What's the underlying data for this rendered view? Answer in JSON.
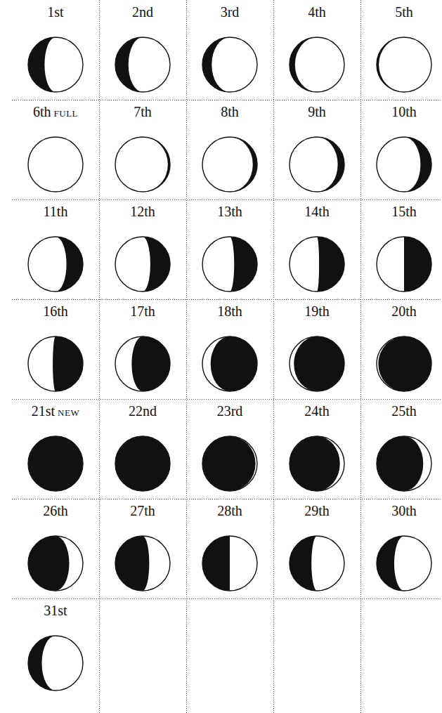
{
  "diagram": {
    "labels": [
      "1st",
      "2nd",
      "3rd",
      "4th",
      "5th",
      "6th",
      "FULL",
      "7th",
      "8th",
      "9th",
      "10th",
      "11th",
      "12th",
      "13th",
      "14th",
      "15th",
      "16th",
      "17th",
      "18th",
      "19th",
      "20th",
      "21st",
      "NEW",
      "22nd",
      "23rd",
      "24th",
      "25th",
      "26th",
      "27th",
      "28th",
      "29th",
      "30th",
      "31st"
    ]
  }
}
